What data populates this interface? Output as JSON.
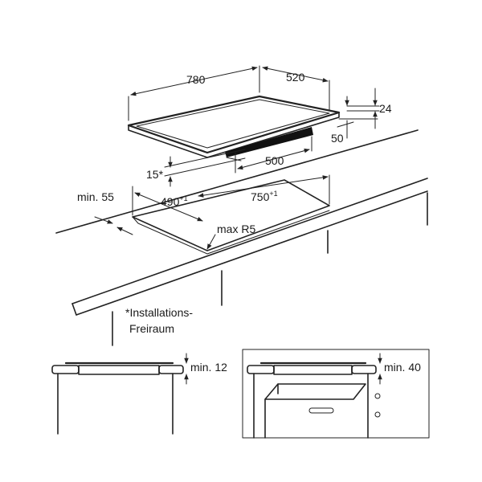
{
  "labels": {
    "width": "780",
    "depth": "520",
    "height": "24",
    "under_depth": "50",
    "under_width": "500",
    "gap": "15*",
    "cut_depth": "490",
    "cut_depth_tol": "+1",
    "cut_width": "750",
    "cut_width_tol": "+1",
    "min_front": "min. 55",
    "radius": "max R5",
    "note_line1": "*Installations-",
    "note_line2": "Freiraum",
    "min_a": "min. 12",
    "min_b": "min. 40"
  }
}
